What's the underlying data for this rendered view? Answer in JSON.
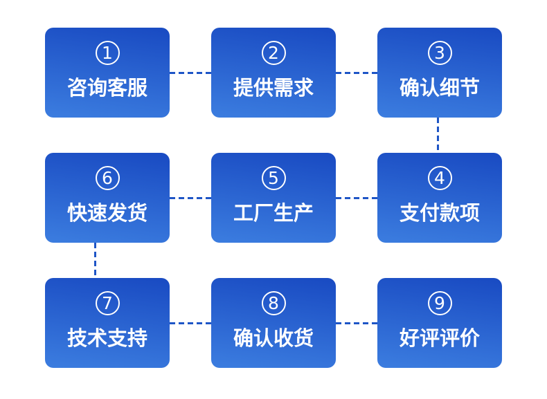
{
  "diagram": {
    "type": "process-flow",
    "steps": [
      {
        "number": "1",
        "label": "咨询客服"
      },
      {
        "number": "2",
        "label": "提供需求"
      },
      {
        "number": "3",
        "label": "确认细节"
      },
      {
        "number": "4",
        "label": "支付款项"
      },
      {
        "number": "5",
        "label": "工厂生产"
      },
      {
        "number": "6",
        "label": "快速发货"
      },
      {
        "number": "7",
        "label": "技术支持"
      },
      {
        "number": "8",
        "label": "确认收货"
      },
      {
        "number": "9",
        "label": "好评评价"
      }
    ],
    "flow": "1 → 2 → 3 → 4 → 5 → 6 → 7 → 8 → 9",
    "connections": [
      {
        "from": "1",
        "to": "2",
        "style": "dashed"
      },
      {
        "from": "2",
        "to": "3",
        "style": "dashed"
      },
      {
        "from": "3",
        "to": "4",
        "style": "dashed"
      },
      {
        "from": "4",
        "to": "5",
        "style": "dashed"
      },
      {
        "from": "5",
        "to": "6",
        "style": "dashed"
      },
      {
        "from": "6",
        "to": "7",
        "style": "dashed"
      },
      {
        "from": "7",
        "to": "8",
        "style": "dashed"
      },
      {
        "from": "8",
        "to": "9",
        "style": "dashed"
      }
    ]
  },
  "theme": {
    "background": "#ffffff",
    "box_gradient_top": "#1a4cc3",
    "box_gradient_bottom": "#3b7cdf",
    "box_text": "#ffffff",
    "connector": "#1e55c6"
  }
}
